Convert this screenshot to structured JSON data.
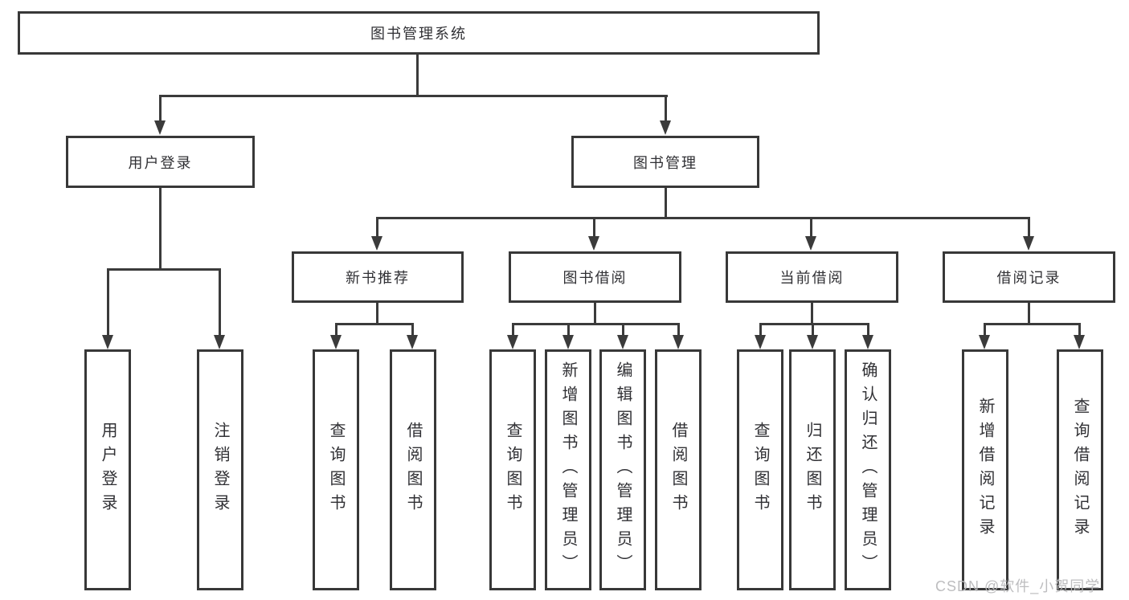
{
  "tree": {
    "root": {
      "label": "图书管理系统"
    },
    "branches": [
      {
        "label": "用户登录",
        "children": [
          {
            "label": "用户登录"
          },
          {
            "label": "注销登录"
          }
        ]
      },
      {
        "label": "图书管理",
        "children": [
          {
            "label": "新书推荐",
            "children": [
              {
                "label": "查询图书"
              },
              {
                "label": "借阅图书"
              }
            ]
          },
          {
            "label": "图书借阅",
            "children": [
              {
                "label": "查询图书"
              },
              {
                "label": "新增图书（管理员）"
              },
              {
                "label": "编辑图书（管理员）"
              },
              {
                "label": "借阅图书"
              }
            ]
          },
          {
            "label": "当前借阅",
            "children": [
              {
                "label": "查询图书"
              },
              {
                "label": "归还图书"
              },
              {
                "label": "确认归还（管理员）"
              }
            ]
          },
          {
            "label": "借阅记录",
            "children": [
              {
                "label": "新增借阅记录"
              },
              {
                "label": "查询借阅记录"
              }
            ]
          }
        ]
      }
    ]
  },
  "watermark": {
    "text": "CSDN @软件_小贺同学"
  },
  "colors": {
    "line": "#3b3b3b",
    "border": "#383838",
    "text": "#303034",
    "watermark": "#b9b9bc",
    "background": "#ffffff"
  }
}
